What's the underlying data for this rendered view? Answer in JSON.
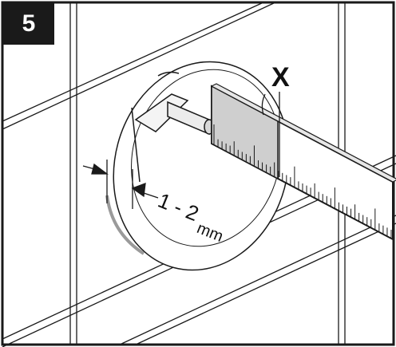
{
  "step": {
    "number": "5"
  },
  "labels": {
    "measure_marker": "X",
    "gap_range": "1 - 2",
    "gap_unit": "mm"
  },
  "colors": {
    "line": "#1a1a1a",
    "ruler_shade": "#cfcfcf",
    "edge_highlight": "#9a9a9a"
  }
}
